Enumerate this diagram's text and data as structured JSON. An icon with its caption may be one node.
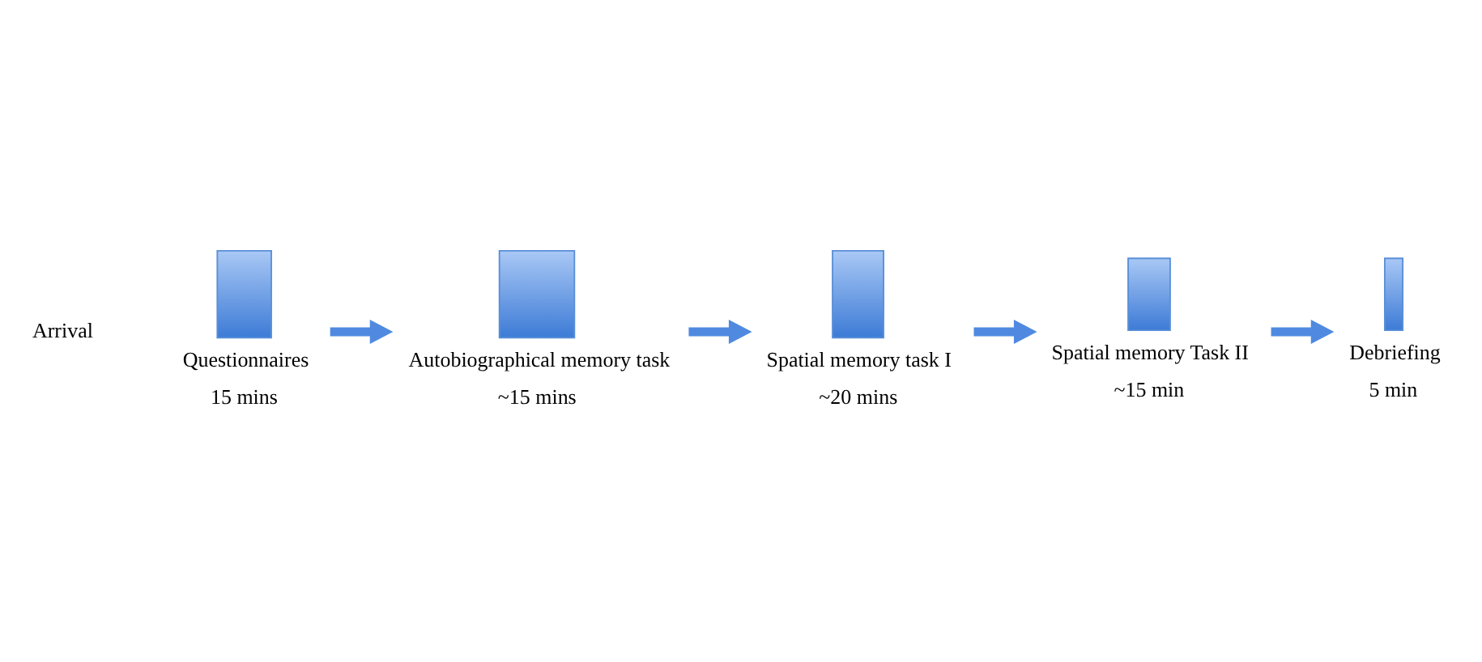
{
  "diagram": {
    "nodes": [
      {
        "text": [],
        "shape": "box",
        "beside": [
          "Questionnaires",
          "15 mins"
        ]
      },
      {
        "text": [],
        "shape": "box",
        "beside": [
          "Autobiographical memory task",
          "~15 mins"
        ]
      },
      {
        "text": [],
        "shape": "box",
        "beside": [
          "Spatial memory task I",
          "~20 mins"
        ]
      },
      {
        "text": [],
        "shape": "box",
        "beside": [
          "Spatial memory Task II",
          "~15 min"
        ]
      },
      {
        "text": [],
        "shape": "box",
        "beside": [
          "Debriefing",
          "5 min"
        ]
      }
    ],
    "edges": [
      {
        "from": 0,
        "to": 1,
        "arrow": "to"
      },
      {
        "from": 1,
        "to": 2,
        "arrow": "to"
      },
      {
        "from": 2,
        "to": 3,
        "arrow": "to"
      },
      {
        "from": 3,
        "to": 4,
        "arrow": "to"
      }
    ],
    "labels": [
      "Arrival"
    ]
  }
}
